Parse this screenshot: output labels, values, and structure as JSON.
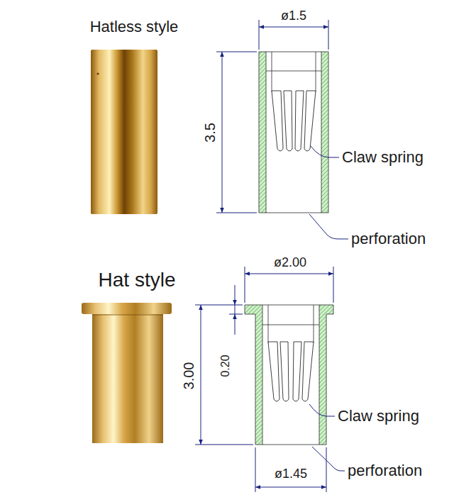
{
  "diagram": {
    "labels": [
      "Hatless style",
      "ø1.5",
      "3.5",
      "Claw spring",
      "perforation",
      "Hat style",
      "ø2.00",
      "0.20",
      "3.00",
      "Claw spring",
      "perforation",
      "ø1.45"
    ]
  }
}
